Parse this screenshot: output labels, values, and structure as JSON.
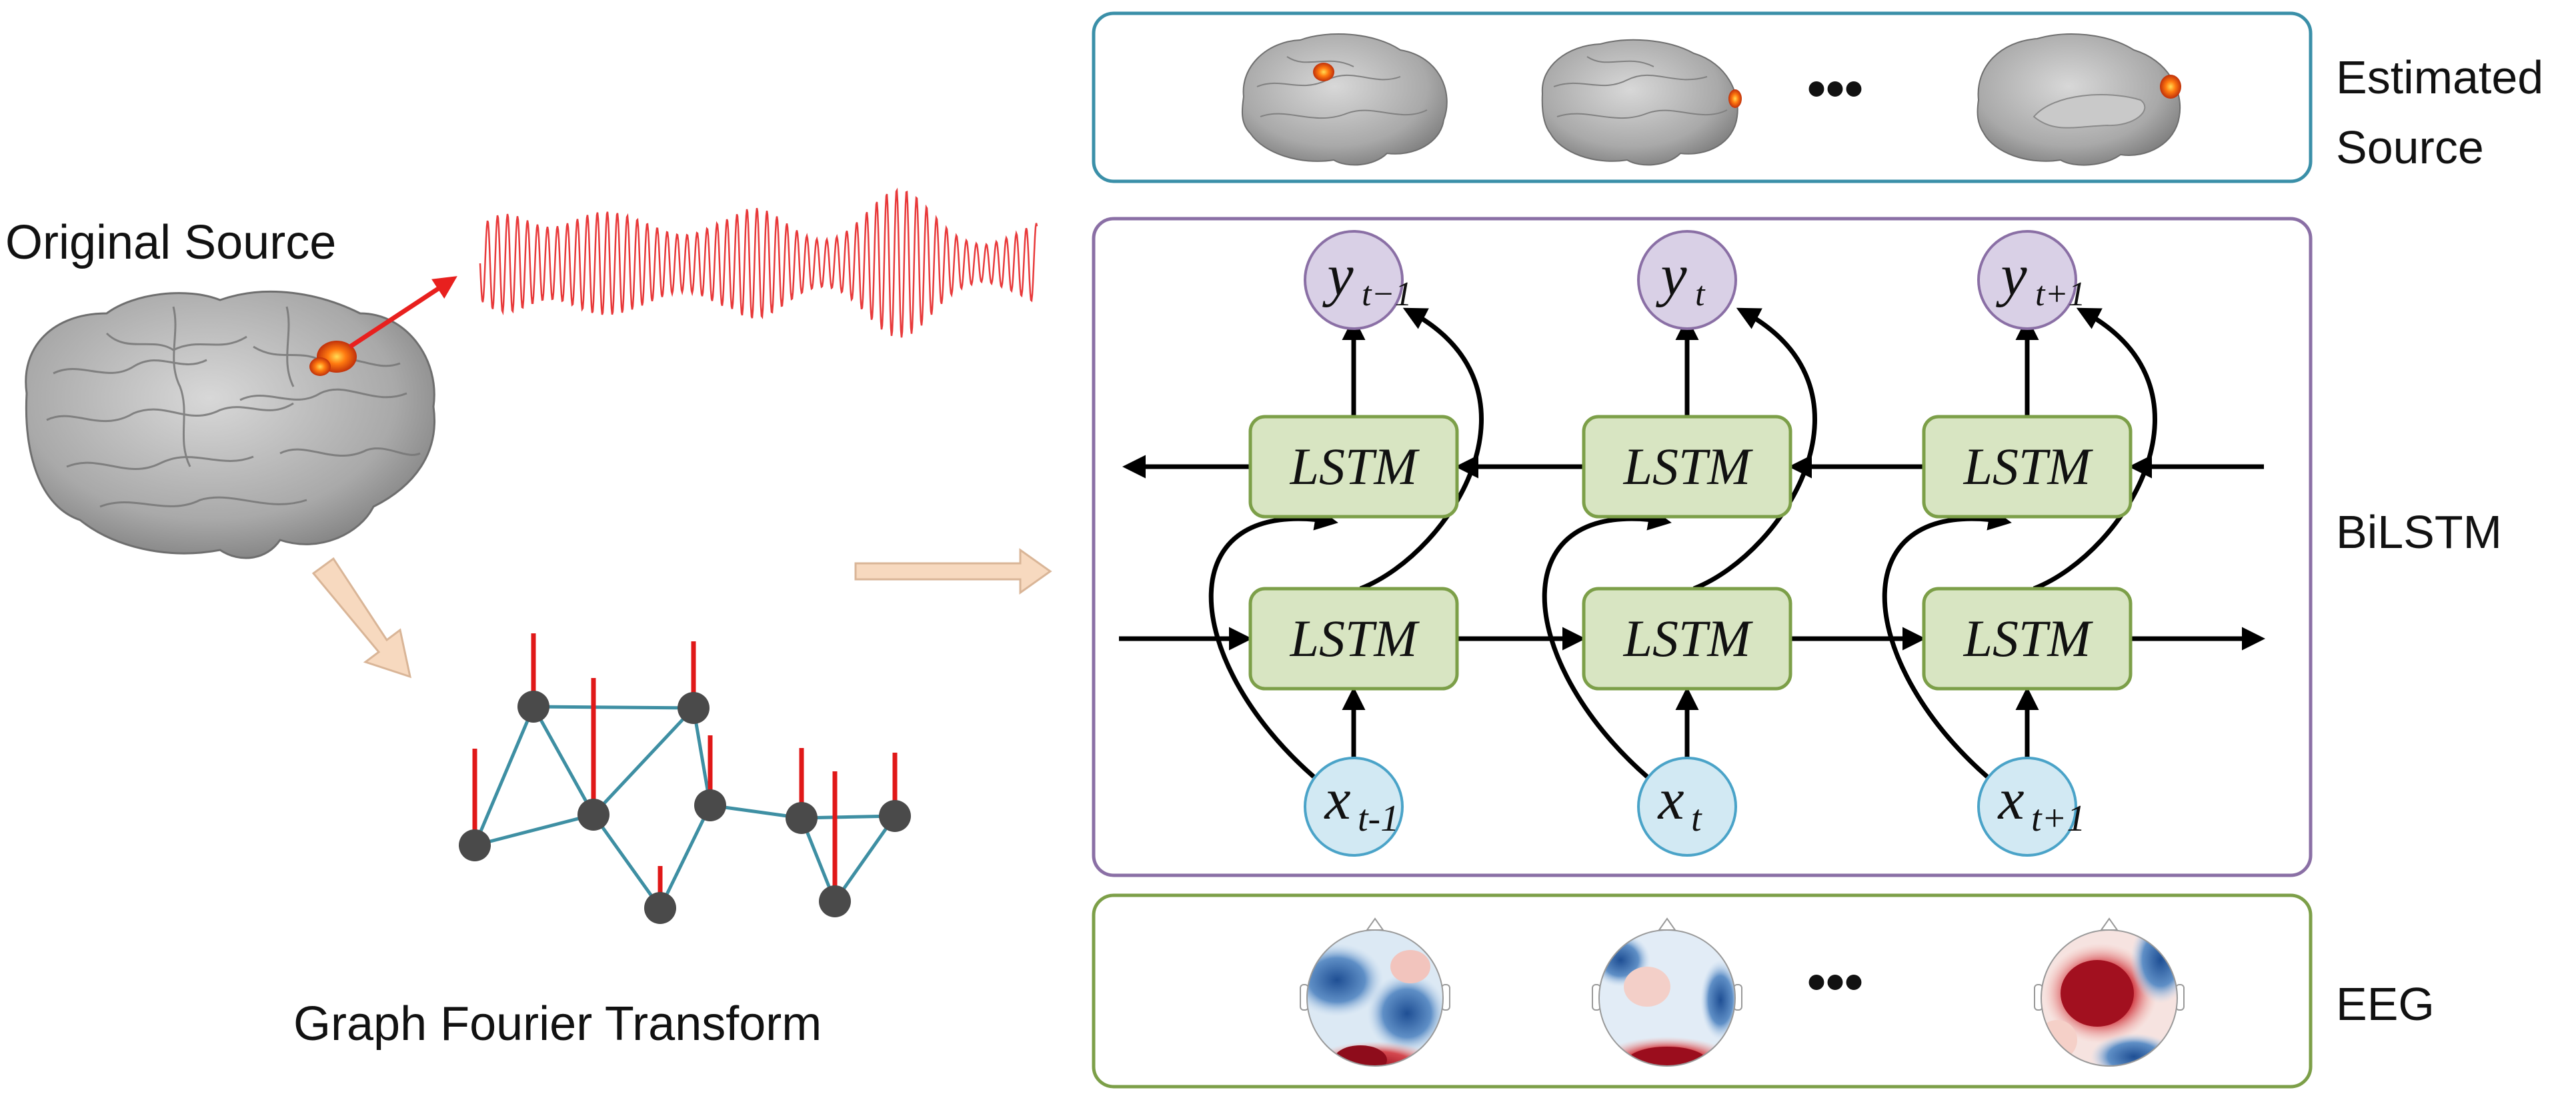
{
  "labels": {
    "original_source": "Original Source",
    "graph_fourier": "Graph Fourier Transform",
    "estimated_source_line1": "Estimated",
    "estimated_source_line2": "Source",
    "bilstm": "BiLSTM",
    "eeg": "EEG",
    "ellipsis": "•••"
  },
  "lstm_label": "LSTM",
  "outputs": [
    {
      "base": "y",
      "sub": "t−1"
    },
    {
      "base": "y",
      "sub": "t"
    },
    {
      "base": "y",
      "sub": "t+1"
    }
  ],
  "inputs": [
    {
      "base": "x",
      "sub": "t-1"
    },
    {
      "base": "x",
      "sub": "t"
    },
    {
      "base": "x",
      "sub": "t+1"
    }
  ],
  "colors": {
    "estimated_border": "#3a8fa8",
    "bilstm_border": "#8a6fa5",
    "eeg_border": "#7c9f48",
    "lstm_fill": "#d8e5c2",
    "lstm_border": "#7c9f48",
    "output_fill": "#d9d0e6",
    "output_border": "#8a6fa5",
    "input_fill": "#d2e9f3",
    "input_border": "#4aa3c8",
    "signal": "#e8393a",
    "graph_edge": "#3e8fa3",
    "graph_node": "#4a4a4a",
    "hollow_arrow": "#f7d9bf"
  }
}
